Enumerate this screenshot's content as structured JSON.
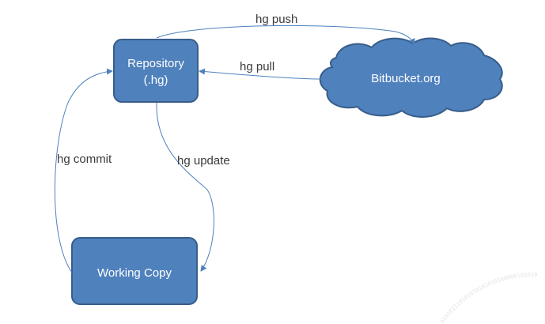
{
  "colors": {
    "node_fill": "#4f81bd",
    "node_stroke": "#385d8a",
    "edge": "#4f81bd",
    "label_text": "#3a3a3a"
  },
  "nodes": {
    "repository": {
      "line1": "Repository",
      "line2": "(.hg)"
    },
    "bitbucket": {
      "label": "Bitbucket.org"
    },
    "working_copy": {
      "label": "Working Copy"
    }
  },
  "edges": {
    "push": "hg push",
    "pull": "hg pull",
    "commit": "hg commit",
    "update": "hg update"
  },
  "watermark": "010101110101010101010100000101010"
}
